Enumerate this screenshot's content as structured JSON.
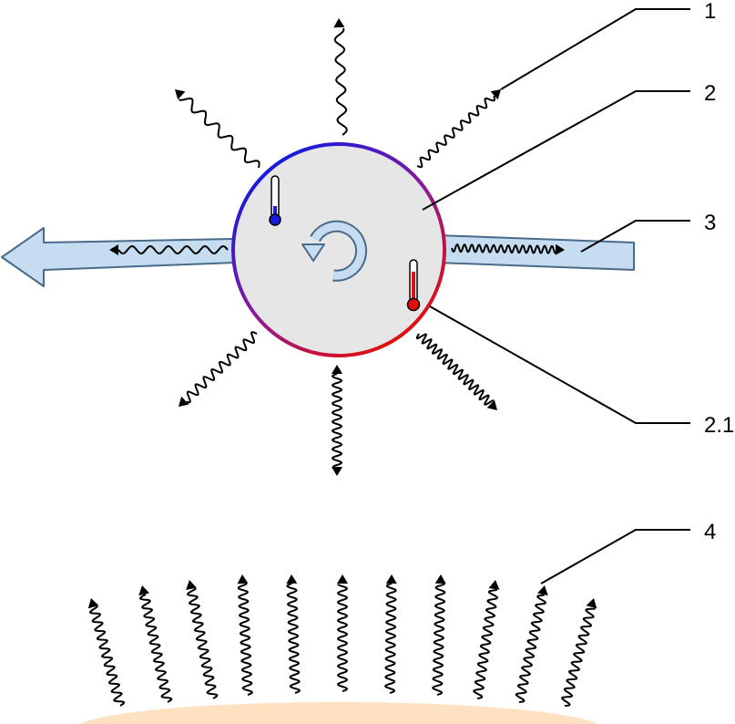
{
  "colors": {
    "sphere_fill": "#e6e6e6",
    "cold": "#1a1adb",
    "hot": "#e01010",
    "flow_arrow_fill": "#c6dcf0",
    "flow_arrow_stroke": "#4a6a8a",
    "ground": "#fde1c0",
    "ink": "#000000"
  },
  "icons": [
    "thermometer-cold-icon",
    "thermometer-hot-icon",
    "rotation-arrow-icon"
  ],
  "callouts": [
    {
      "id": "1",
      "label": "1"
    },
    {
      "id": "2",
      "label": "2"
    },
    {
      "id": "3",
      "label": "3"
    },
    {
      "id": "2_1",
      "label": "2.1"
    },
    {
      "id": "4",
      "label": "4"
    }
  ]
}
